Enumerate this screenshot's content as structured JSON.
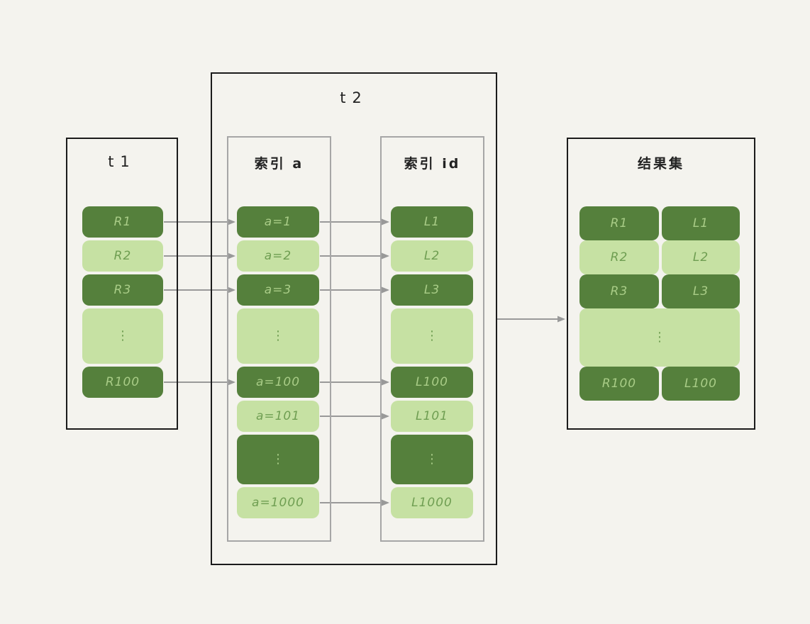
{
  "diagram": {
    "background": "#f4f3ee",
    "colors": {
      "cell_dark": "#55803c",
      "cell_light": "#c6e1a3",
      "text_on_dark": "#a9cc87",
      "text_on_light": "#6f9e52",
      "outer_border": "#1b1b1b",
      "inner_border": "#a6a6a6",
      "arrow": "#999999"
    },
    "t1": {
      "title": "t1",
      "rows": [
        {
          "label": "R1",
          "tone": "dark"
        },
        {
          "label": "R2",
          "tone": "light"
        },
        {
          "label": "R3",
          "tone": "dark"
        },
        {
          "label": "⋮",
          "tone": "light",
          "tall": true,
          "dots": true
        },
        {
          "label": "R100",
          "tone": "dark"
        }
      ]
    },
    "t2": {
      "title": "t2"
    },
    "index_a": {
      "title": "索引 a",
      "rows": [
        {
          "label": "a=1",
          "tone": "dark"
        },
        {
          "label": "a=2",
          "tone": "light"
        },
        {
          "label": "a=3",
          "tone": "dark"
        },
        {
          "label": "⋮",
          "tone": "light",
          "tall": true,
          "dots": true
        },
        {
          "label": "a=100",
          "tone": "dark"
        },
        {
          "label": "a=101",
          "tone": "light"
        },
        {
          "label": "⋮",
          "tone": "dark",
          "tall": true,
          "dots": true
        },
        {
          "label": "a=1000",
          "tone": "light"
        }
      ]
    },
    "index_id": {
      "title": "索引 id",
      "rows": [
        {
          "label": "L1",
          "tone": "dark"
        },
        {
          "label": "L2",
          "tone": "light"
        },
        {
          "label": "L3",
          "tone": "dark"
        },
        {
          "label": "⋮",
          "tone": "light",
          "tall": true,
          "dots": true
        },
        {
          "label": "L100",
          "tone": "dark"
        },
        {
          "label": "L101",
          "tone": "light"
        },
        {
          "label": "⋮",
          "tone": "dark",
          "tall": true,
          "dots": true
        },
        {
          "label": "L1000",
          "tone": "light"
        }
      ]
    },
    "result": {
      "title": "结果集",
      "rows": [
        {
          "left": "R1",
          "right": "L1",
          "tone": "dark"
        },
        {
          "left": "R2",
          "right": "L2",
          "tone": "light"
        },
        {
          "left": "R3",
          "right": "L3",
          "tone": "dark"
        },
        {
          "label": "⋮",
          "tone": "light",
          "tall": true,
          "dots": true
        },
        {
          "left": "R100",
          "right": "L100",
          "tone": "dark"
        }
      ]
    }
  }
}
